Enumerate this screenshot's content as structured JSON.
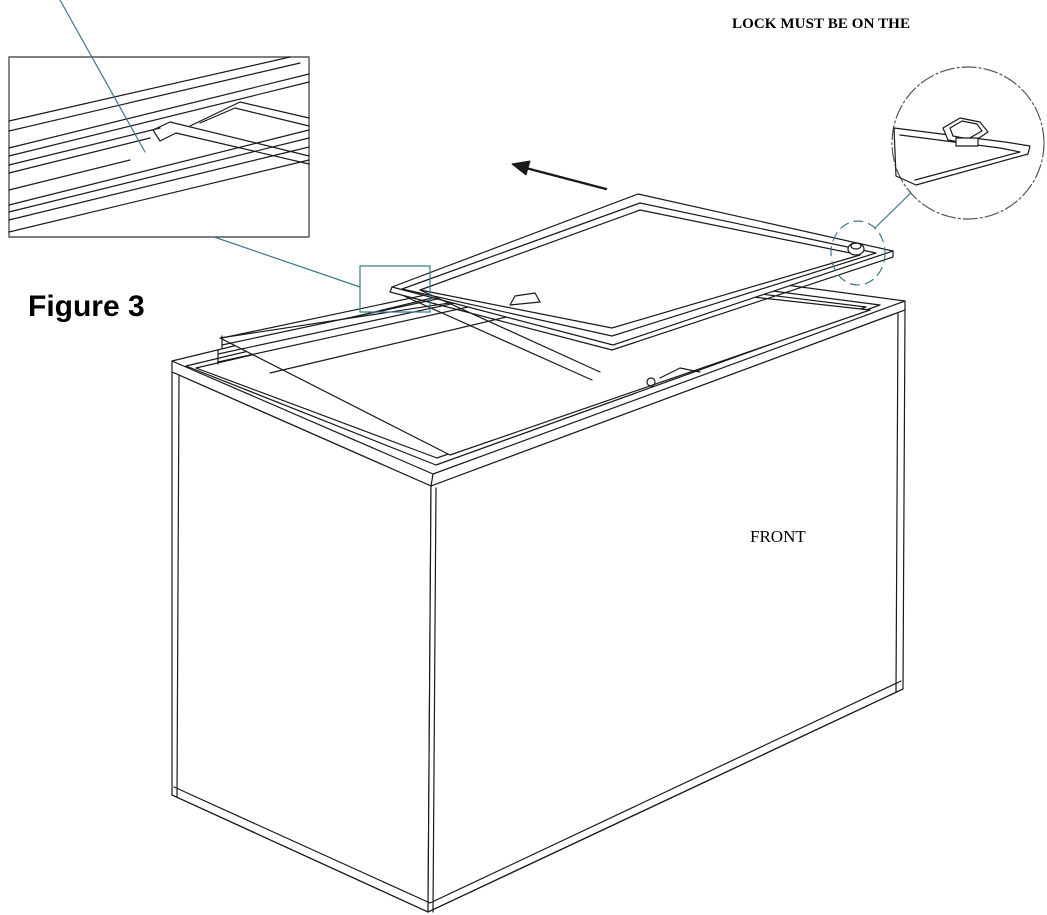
{
  "labels": {
    "lock_note": "LOCK MUST BE ON THE",
    "figure_title": "Figure 3",
    "front_label": "FRONT"
  },
  "colors": {
    "line": "#1a1a1a",
    "leader": "#3a7a8c",
    "inset_border": "#555555",
    "background": "#ffffff"
  },
  "icons": {
    "slide_direction": "arrow-left-up-icon",
    "lock_callout": "lock-detail-icon"
  }
}
